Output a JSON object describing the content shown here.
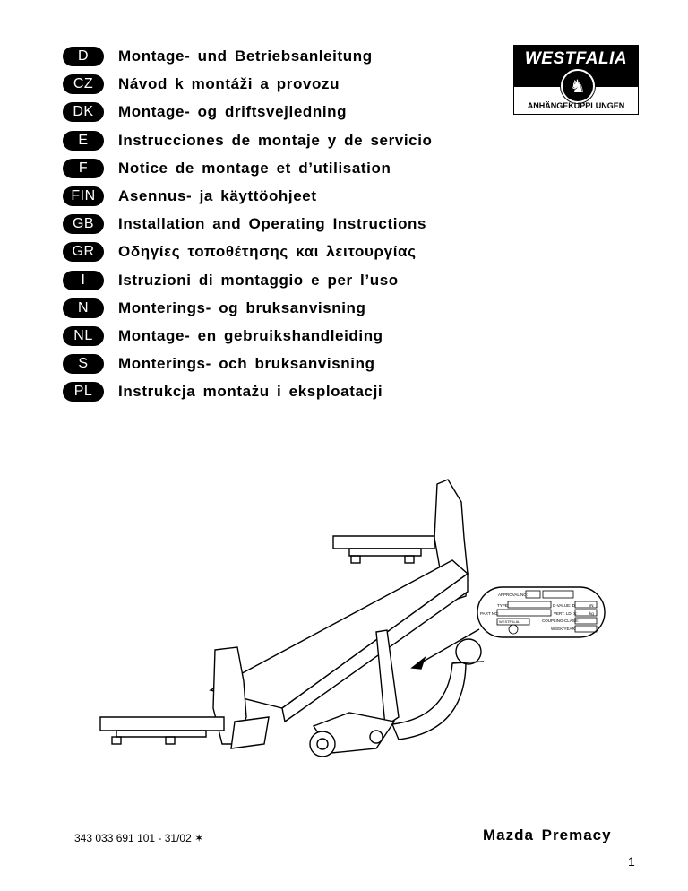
{
  "languages": [
    {
      "code": "D",
      "title": "Montage- und Betriebsanleitung"
    },
    {
      "code": "CZ",
      "title": "Návod k montáži a provozu"
    },
    {
      "code": "DK",
      "title": "Montage- og driftsvejledning"
    },
    {
      "code": "E",
      "title": "Instrucciones de montaje y de servicio"
    },
    {
      "code": "F",
      "title": "Notice de montage et d’utilisation"
    },
    {
      "code": "FIN",
      "title": "Asennus- ja käyttöohjeet"
    },
    {
      "code": "GB",
      "title": "Installation and Operating Instructions"
    },
    {
      "code": "GR",
      "title": "Οδηγίες τοποθέτησης και λειτουργίας"
    },
    {
      "code": "I",
      "title": "Istruzioni di montaggio e per l’uso"
    },
    {
      "code": "N",
      "title": "Monterings- og bruksanvisning"
    },
    {
      "code": "NL",
      "title": "Montage- en gebruikshandleiding"
    },
    {
      "code": "S",
      "title": "Monterings- och bruksanvisning"
    },
    {
      "code": "PL",
      "title": "Instrukcja montażu i eksploatacji"
    }
  ],
  "logo": {
    "brand": "WESTFALIA",
    "subtitle": "ANHÄNGEKUPPLUNGEN"
  },
  "plate": {
    "approval": "APPROVAL NO:",
    "type": "TYPE:",
    "part": "PART NO:",
    "dvalue": "D-VALUE: D",
    "vert": "VERT. LD. S:",
    "coupling": "COUPLING-CLASS:",
    "week": "WEEK/YEAR:",
    "kn": "kN",
    "kg": "kg",
    "brand": "WESTFALIA"
  },
  "footer": {
    "doc_number": "343 033 691 101 - 31/02 ✶",
    "model": "Mazda Premacy",
    "page": "1"
  }
}
